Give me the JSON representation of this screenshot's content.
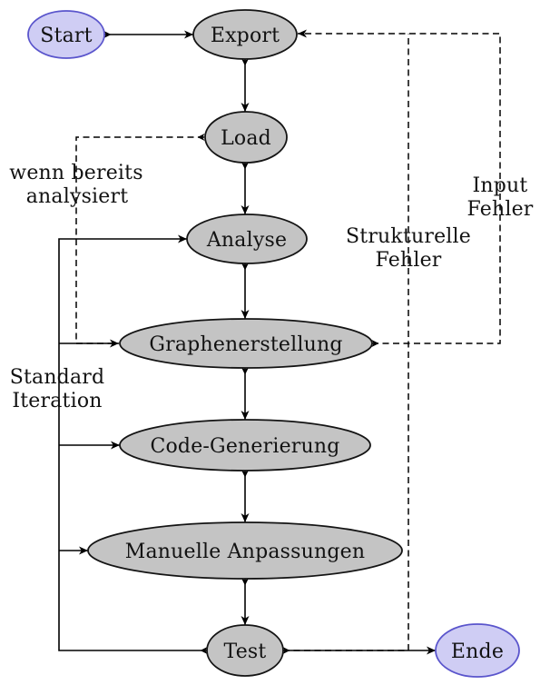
{
  "diagram": {
    "nodes": {
      "start": {
        "label": "Start",
        "kind": "terminal"
      },
      "export": {
        "label": "Export",
        "kind": "process"
      },
      "load": {
        "label": "Load",
        "kind": "process"
      },
      "analyse": {
        "label": "Analyse",
        "kind": "process"
      },
      "graphenerstellung": {
        "label": "Graphenerstellung",
        "kind": "process"
      },
      "code_generierung": {
        "label": "Code-Generierung",
        "kind": "process"
      },
      "manuelle_anpassungen": {
        "label": "Manuelle Anpassungen",
        "kind": "process"
      },
      "test": {
        "label": "Test",
        "kind": "process"
      },
      "ende": {
        "label": "Ende",
        "kind": "terminal"
      }
    },
    "edge_labels": {
      "wenn_bereits": {
        "line1": "wenn bereits",
        "line2": "analysiert"
      },
      "standard_iteration": {
        "line1": "Standard",
        "line2": "Iteration"
      },
      "strukturelle_fehler": {
        "line1": "Strukturelle",
        "line2": "Fehler"
      },
      "input_fehler": {
        "line1": "Input",
        "line2": "Fehler"
      }
    },
    "edges": [
      {
        "from": "Start",
        "to": "Export",
        "style": "solid"
      },
      {
        "from": "Export",
        "to": "Load",
        "style": "solid"
      },
      {
        "from": "Load",
        "to": "Analyse",
        "style": "solid"
      },
      {
        "from": "Analyse",
        "to": "Graphenerstellung",
        "style": "solid"
      },
      {
        "from": "Graphenerstellung",
        "to": "Code-Generierung",
        "style": "solid"
      },
      {
        "from": "Code-Generierung",
        "to": "Manuelle Anpassungen",
        "style": "solid"
      },
      {
        "from": "Manuelle Anpassungen",
        "to": "Test",
        "style": "solid"
      },
      {
        "from": "Test",
        "to": "Ende",
        "style": "solid"
      },
      {
        "from": "Test",
        "to": "Analyse, Graphenerstellung, Code-Generierung, Manuelle Anpassungen",
        "style": "solid",
        "label": "Standard Iteration"
      },
      {
        "from": "Load",
        "to": "Graphenerstellung",
        "style": "dashed",
        "label": "wenn bereits analysiert"
      },
      {
        "from": "Test",
        "to": "Export",
        "style": "dashed",
        "label": "Strukturelle Fehler"
      },
      {
        "from": "Graphenerstellung",
        "to": "Export",
        "style": "dashed",
        "label": "Input Fehler"
      }
    ],
    "colors": {
      "process_fill": "#c4c4c4",
      "process_border": "#141414",
      "terminal_fill": "#cfcdf4",
      "terminal_border": "#5a55cc",
      "edge": "#000000",
      "text": "#121212",
      "background": "#ffffff"
    }
  }
}
